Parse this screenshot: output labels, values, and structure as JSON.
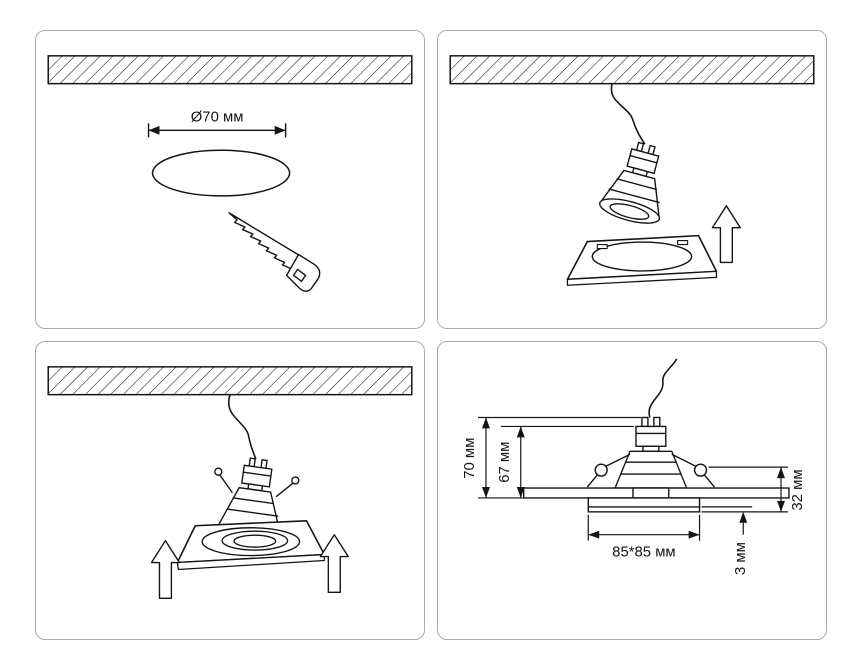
{
  "diagram": {
    "panel1": {
      "hole_diameter_label": "Ø70 мм",
      "icons": [
        "ceiling-hatch",
        "cutout-hole",
        "hand-saw"
      ]
    },
    "panel2": {
      "icons": [
        "ceiling-hatch",
        "power-wire",
        "spotlight-lamp",
        "square-trim-frame",
        "up-arrow"
      ]
    },
    "panel3": {
      "icons": [
        "ceiling-hatch",
        "power-wire",
        "spotlight-lamp-with-clips",
        "square-trim-frame",
        "up-arrow",
        "up-arrow"
      ]
    },
    "panel4": {
      "labels": {
        "total_height": "70 мм",
        "body_height": "67 мм",
        "recess_depth": "32 мм",
        "flange_thickness": "3 мм",
        "frame_size": "85*85 мм"
      },
      "icons": [
        "fixture-cross-section",
        "dimension-arrows"
      ]
    },
    "colors": {
      "line": "#151515",
      "panel_border": "#ababab",
      "background": "#ffffff"
    }
  }
}
